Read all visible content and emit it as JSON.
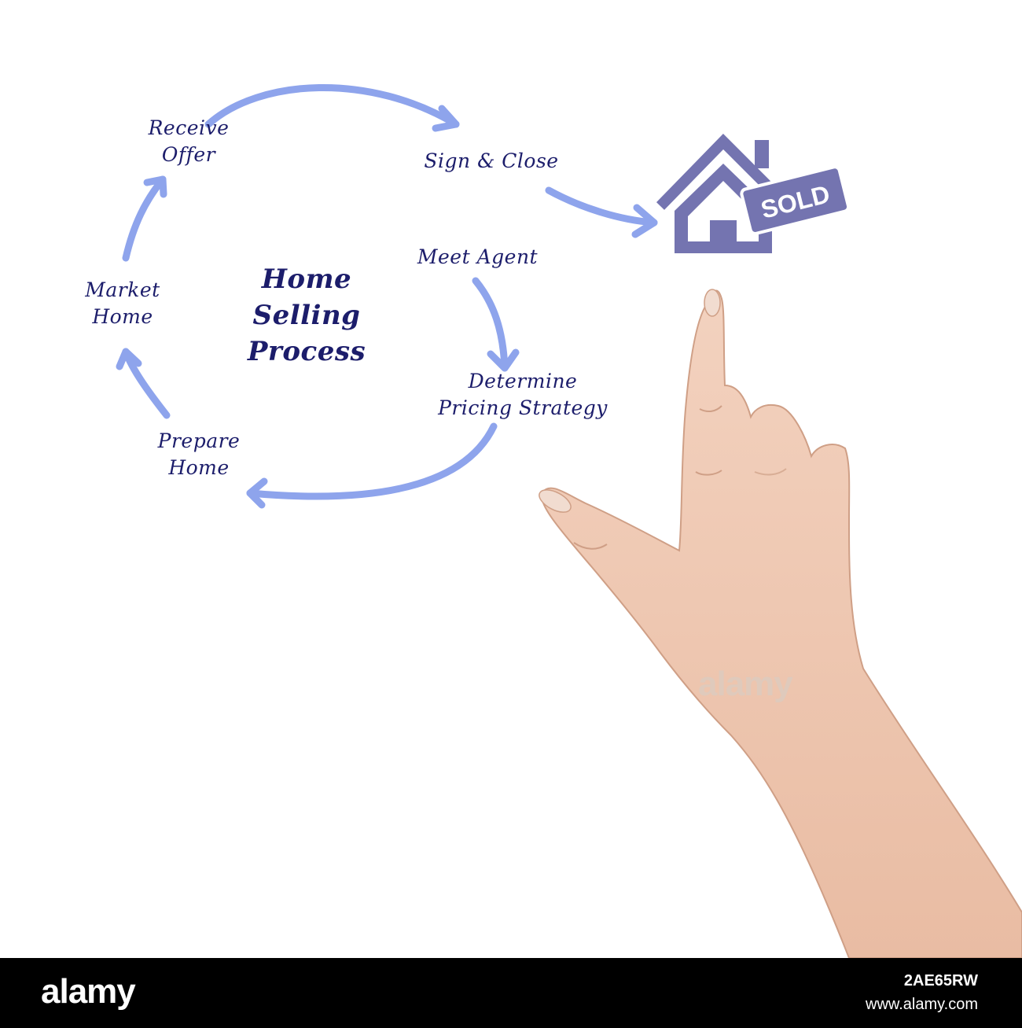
{
  "diagram": {
    "title_lines": [
      "Home",
      "Selling",
      "Process"
    ],
    "steps": {
      "meet_agent": "Meet Agent",
      "determine_pricing": [
        "Determine",
        "Pricing Strategy"
      ],
      "prepare_home": [
        "Prepare",
        "Home"
      ],
      "market_home": [
        "Market",
        "Home"
      ],
      "receive_offer": [
        "Receive",
        "Offer"
      ],
      "sign_close": "Sign & Close"
    },
    "sold_sign": "SOLD"
  },
  "colors": {
    "arrow": "#8ea4ec",
    "text": "#1c1d6b",
    "house": "#7474b0"
  },
  "watermark": "alamy",
  "footer": {
    "logo": "alamy",
    "image_id": "2AE65RW",
    "site": "www.alamy.com"
  }
}
